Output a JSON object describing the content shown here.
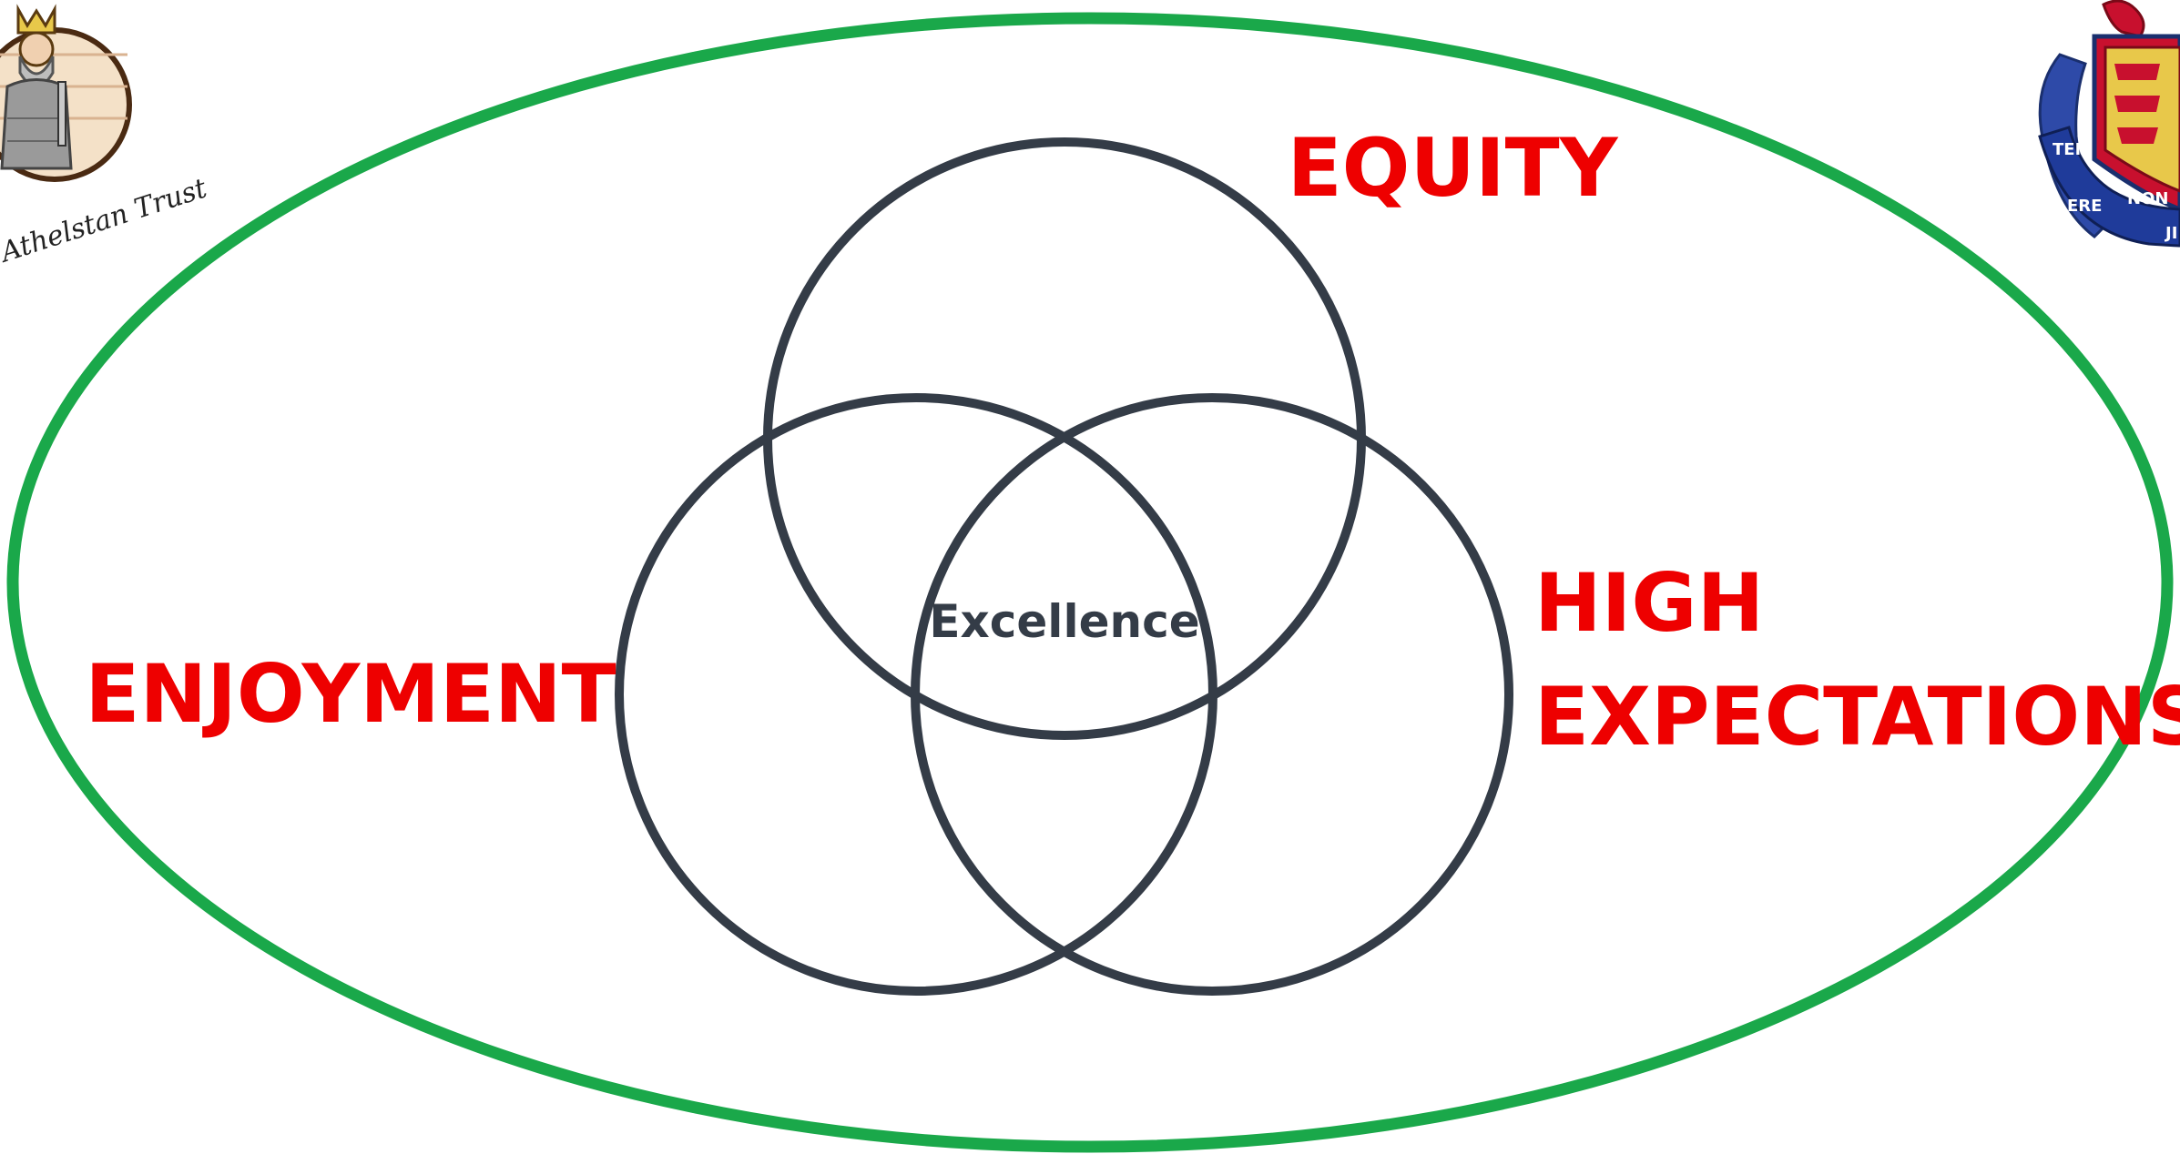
{
  "diagram": {
    "labels": {
      "equity": "EQUITY",
      "high_expectations_line1": "HIGH",
      "high_expectations_line2": "EXPECTATIONS",
      "enjoyment": "ENJOYMENT",
      "center": "Excellence"
    },
    "colors": {
      "outer_ring": "#1aa84a",
      "circles": "#343c47",
      "label_red": "#ee0000",
      "center_text": "#343c47"
    }
  },
  "logos": {
    "left": {
      "name": "athelstan-trust-logo",
      "text": "Athelstan Trust"
    },
    "right": {
      "name": "school-crest-logo",
      "motto": "TEMERE NON JI"
    }
  }
}
